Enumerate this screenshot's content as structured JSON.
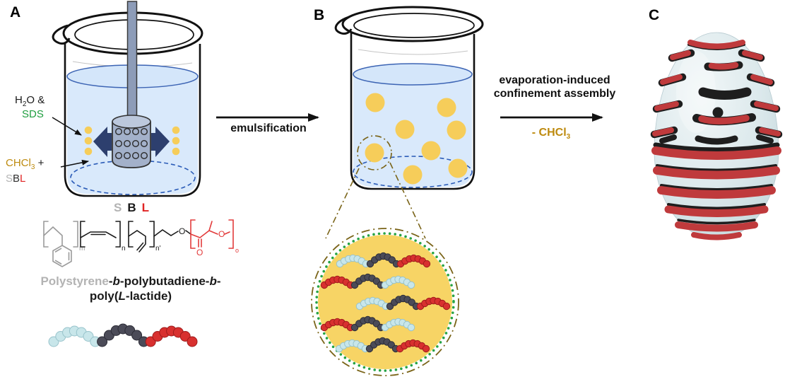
{
  "panel_labels": {
    "a": "A",
    "b": "B",
    "c": "C"
  },
  "panel_a": {
    "water_label": {
      "pre": "H",
      "sub": "2",
      "post": "O &"
    },
    "sds_label": "SDS",
    "chcl3_label": {
      "pre": "CHCl",
      "sub": "3",
      "post": " +"
    },
    "sbl_label": {
      "s": "S",
      "b": "B",
      "l": "L"
    },
    "structure_title": {
      "s": "S",
      "b": "B",
      "l": "L"
    },
    "structure": {
      "sub_m": "m",
      "sub_n": "n",
      "sub_n_prime": "n'",
      "sub_o": "o",
      "atom_o_backbone": "O",
      "atom_o_carbonyl": "O",
      "atom_o_ester": "O"
    },
    "polymer_name": {
      "polystyrene": "Polystyrene",
      "dash1": "-",
      "b1": "b",
      "mid": "-polybutadiene-",
      "b2": "b",
      "dash2": "-",
      "line2_pre": "poly(",
      "line2_italic": "L",
      "line2_post": "-lactide)"
    }
  },
  "process_arrows": {
    "emulsification": "emulsification",
    "evaporation_line1": "evaporation-induced",
    "evaporation_line2": "confinement assembly",
    "chcl3_removal": {
      "pre": "- CHCl",
      "sub": "3"
    }
  },
  "bead_chains": {
    "legend": [
      "S",
      "B",
      "L"
    ],
    "droplet_1": [
      "S",
      "B",
      "L"
    ],
    "droplet_2": [
      "L",
      "B",
      "S"
    ],
    "droplet_3": [
      "S",
      "B",
      "L"
    ],
    "droplet_4": [
      "L",
      "B",
      "S"
    ],
    "droplet_5": [
      "S",
      "B",
      "L"
    ]
  },
  "colors": {
    "sds_green": "#1f9e3f",
    "chcl3_gold": "#bd8a0e",
    "s_gray": "#b3b3b3",
    "b_black": "#1a1a1a",
    "l_red": "#e02424",
    "polylactide_red": "#e9504f",
    "water_fill": "#d9e9fb",
    "water_line": "#3c64b4",
    "droplet_yellow": "#f6cd5a",
    "navy_arrow": "#2d3f6e",
    "bead_s": "#c8e6ea",
    "bead_b": "#4b4b58",
    "bead_l": "#d8302f",
    "magnifier_green": "#27a344",
    "magnifier_dash": "#7a6418",
    "egg_body": "#dde9eb",
    "egg_red": "#bf3a3c",
    "egg_black": "#1e1e1e"
  }
}
